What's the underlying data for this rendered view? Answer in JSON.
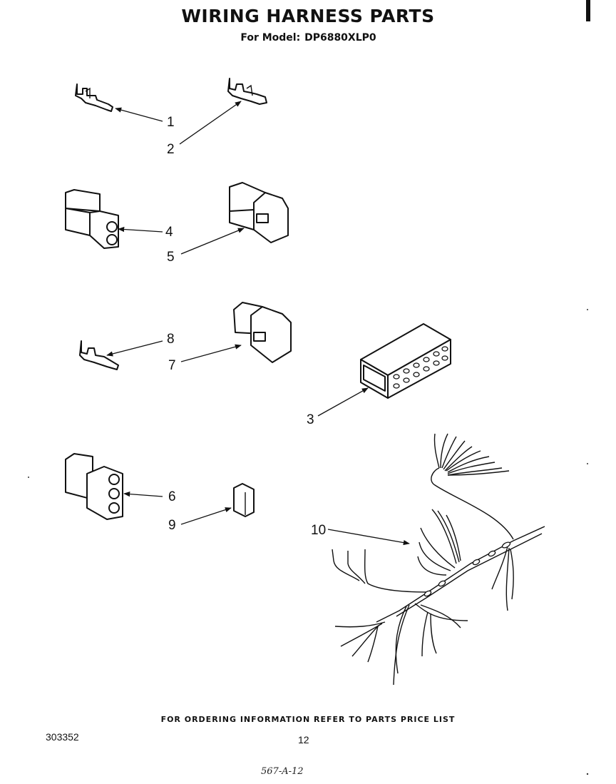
{
  "header": {
    "title": "WIRING HARNESS PARTS",
    "model_prefix": "For Model:",
    "model": "DP6880XLP0"
  },
  "callouts": [
    {
      "id": "c1",
      "label": "1"
    },
    {
      "id": "c2",
      "label": "2"
    },
    {
      "id": "c3",
      "label": "3"
    },
    {
      "id": "c4",
      "label": "4"
    },
    {
      "id": "c5",
      "label": "5"
    },
    {
      "id": "c6",
      "label": "6"
    },
    {
      "id": "c7",
      "label": "7"
    },
    {
      "id": "c8",
      "label": "8"
    },
    {
      "id": "c9",
      "label": "9"
    },
    {
      "id": "c10",
      "label": "10"
    }
  ],
  "footer": {
    "note": "FOR ORDERING INFORMATION REFER TO PARTS PRICE LIST",
    "doc_number": "303352",
    "page_number": "12",
    "handwritten_code": "567-A-12"
  }
}
